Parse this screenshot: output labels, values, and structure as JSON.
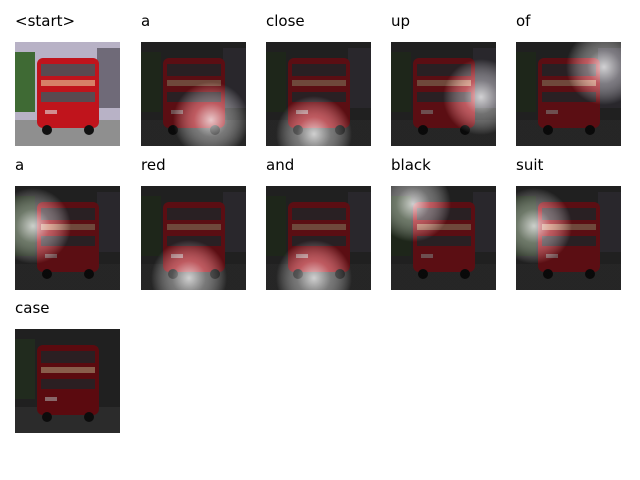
{
  "tokens": [
    {
      "word": "<start>",
      "kind": "original"
    },
    {
      "word": "a",
      "kind": "attention",
      "focus": "bottom-right"
    },
    {
      "word": "close",
      "kind": "attention",
      "focus": "bottom-center"
    },
    {
      "word": "up",
      "kind": "attention",
      "focus": "center-right"
    },
    {
      "word": "of",
      "kind": "attention",
      "focus": "top-right"
    },
    {
      "word": "a",
      "kind": "attention",
      "focus": "left"
    },
    {
      "word": "red",
      "kind": "attention",
      "focus": "bottom-center"
    },
    {
      "word": "and",
      "kind": "attention",
      "focus": "bottom-center"
    },
    {
      "word": "black",
      "kind": "attention",
      "focus": "top-left"
    },
    {
      "word": "suit",
      "kind": "attention",
      "focus": "left"
    },
    {
      "word": "case",
      "kind": "dark"
    }
  ],
  "colors": {
    "bus_red": "#c0141c",
    "bus_dark_red": "#7a0e14",
    "sky": "#b8b2c6",
    "trees": "#3f6a34",
    "road": "#8f8f8f"
  }
}
